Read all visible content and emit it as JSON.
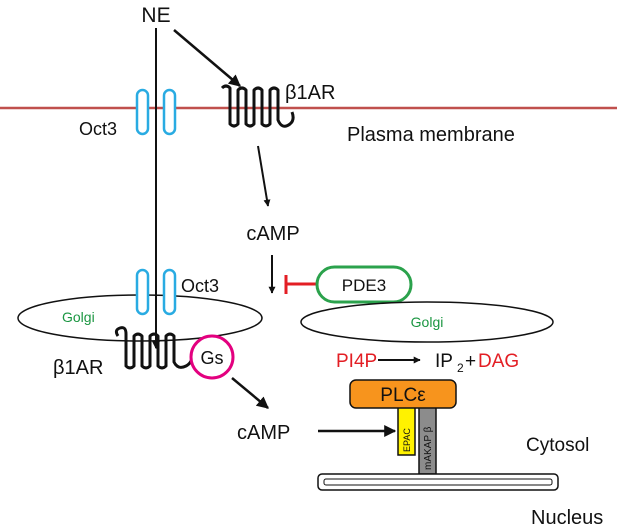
{
  "labels": {
    "ne": "NE",
    "b1ar_top": "β1AR",
    "oct3_top": "Oct3",
    "plasma_membrane": "Plasma membrane",
    "camp_top": "cAMP",
    "pde3": "PDE3",
    "oct3_golgi": "Oct3",
    "golgi_left": "Golgi",
    "golgi_right": "Golgi",
    "b1ar_golgi": "β1AR",
    "gs": "Gs",
    "pi4p": "PI4P",
    "ip2_base": "IP",
    "ip2_sub": "2",
    "plus": "+",
    "dag": "DAG",
    "plce": "PLCε",
    "epac": "EPAC",
    "makap": "mAKAP β",
    "camp_bottom": "cAMP",
    "cytosol": "Cytosol",
    "nucleus": "Nucleus"
  },
  "colors": {
    "membrane": "#c0504d",
    "oct3": "#29abe2",
    "gs_circle": "#e3007f",
    "pde3_border": "#2ba24c",
    "inhibit": "#e31e24",
    "golgi_text": "#1a9641",
    "red_text": "#e31e24",
    "plce_fill": "#f7941d",
    "epac_fill": "#fff200",
    "makap_fill": "#8c8c8c"
  }
}
